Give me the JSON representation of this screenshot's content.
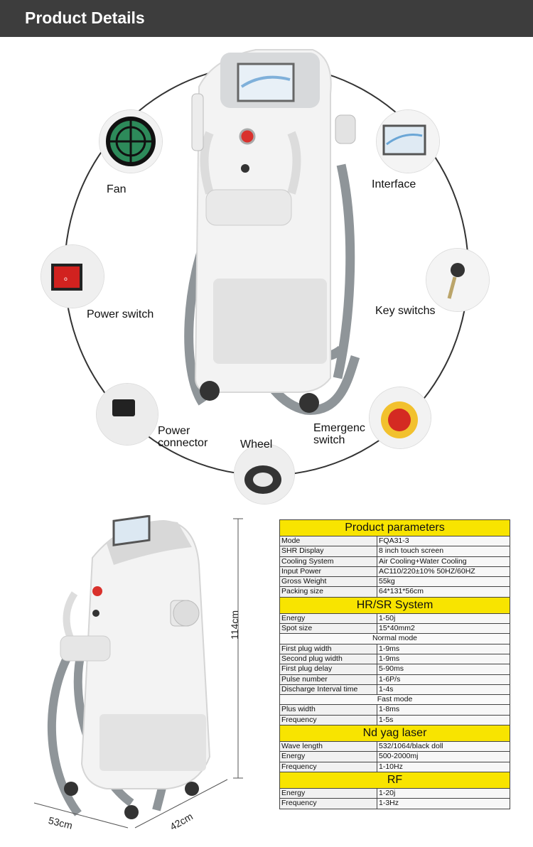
{
  "header": {
    "title": "Product Details"
  },
  "features": {
    "fan": "Fan",
    "interface": "Interface",
    "power_switch": "Power switch",
    "key_switch": "Key switchs",
    "power_connector": "Power\nconnector",
    "wheel": "Wheel",
    "emergency": "Emergenc\nswitch"
  },
  "dimensions": {
    "height": "114cm",
    "width": "53cm",
    "depth": "42cm"
  },
  "params": {
    "title": "Product parameters",
    "rows": [
      {
        "k": "Mode",
        "v": "FQA31-3"
      },
      {
        "k": "SHR Display",
        "v": "8 inch touch screen"
      },
      {
        "k": "Cooling System",
        "v": "Air Cooling+Water Cooling"
      },
      {
        "k": "Input Power",
        "v": "AC110/220±10% 50HZ/60HZ"
      },
      {
        "k": "Gross Weight",
        "v": "55kg"
      },
      {
        "k": "Packing size",
        "v": "64*131*56cm"
      }
    ],
    "hr": {
      "title": "HR/SR System",
      "rows": [
        {
          "k": "Energy",
          "v": "1-50j"
        },
        {
          "k": "Spot size",
          "v": "15*40mm2"
        }
      ],
      "normal_title": "Normal mode",
      "normal": [
        {
          "k": "First plug width",
          "v": "1-9ms"
        },
        {
          "k": "Second plug width",
          "v": "1-9ms"
        },
        {
          "k": "First plug delay",
          "v": "5-90ms"
        },
        {
          "k": "Pulse number",
          "v": "1-6P/s"
        },
        {
          "k": "Discharge Interval time",
          "v": "1-4s"
        }
      ],
      "fast_title": "Fast mode",
      "fast": [
        {
          "k": "Plus width",
          "v": "1-8ms"
        },
        {
          "k": "Frequency",
          "v": "1-5s"
        }
      ]
    },
    "nd": {
      "title": "Nd yag laser",
      "rows": [
        {
          "k": "Wave length",
          "v": "532/1064/black doll"
        },
        {
          "k": "Energy",
          "v": "500-2000mj"
        },
        {
          "k": "Frequency",
          "v": "1-10Hz"
        }
      ]
    },
    "rf": {
      "title": "RF",
      "rows": [
        {
          "k": "Energy",
          "v": "1-20j"
        },
        {
          "k": "Frequency",
          "v": "1-3Hz"
        }
      ]
    }
  }
}
